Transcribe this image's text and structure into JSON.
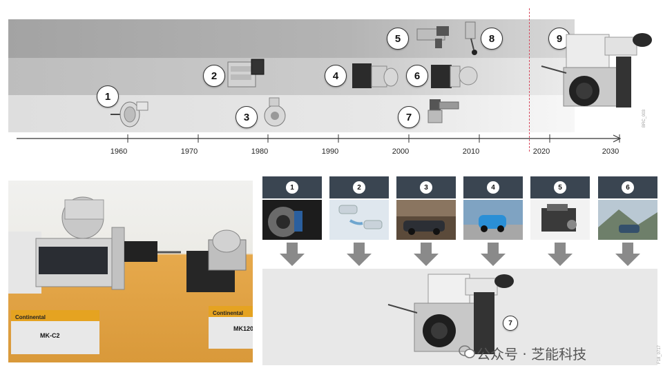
{
  "timeline": {
    "years": [
      "1960",
      "1970",
      "1980",
      "1990",
      "2000",
      "2010",
      "2020",
      "2030"
    ],
    "markers": [
      "1",
      "2",
      "3",
      "4",
      "5",
      "6",
      "7",
      "8",
      "9"
    ],
    "side_text": "BRC_003"
  },
  "photo": {
    "left_brand": "Continental",
    "left_model": "MK-C2",
    "right_brand": "Continental",
    "right_model": "MK120"
  },
  "panel": {
    "steps": [
      "1",
      "2",
      "3",
      "4",
      "5",
      "6"
    ],
    "center_marker": "7",
    "side_code": "F18_0717",
    "watermark": "公众号 · 芝能科技"
  }
}
